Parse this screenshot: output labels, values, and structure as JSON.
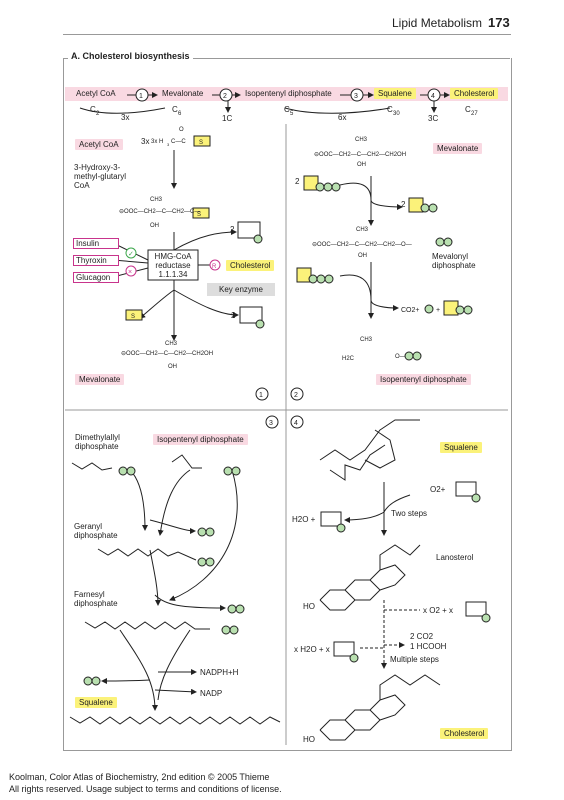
{
  "header": {
    "title": "Lipid Metabolism",
    "page": "173"
  },
  "section": {
    "title": "A. Cholesterol biosynthesis"
  },
  "overview": {
    "steps": [
      "Acetyl CoA",
      "Mevalonate",
      "Isopentenyl diphosphate",
      "Squalene",
      "Cholesterol"
    ],
    "numbers": [
      "1",
      "2",
      "3",
      "4"
    ],
    "carbons": [
      "C2",
      "C6",
      "C5",
      "C30",
      "C27"
    ],
    "multipliers": [
      "3x",
      "6x"
    ],
    "losses": [
      "1C",
      "3C"
    ]
  },
  "panel1": {
    "acetyl": "Acetyl CoA",
    "mult": "3x",
    "hmg": "3-Hydroxy-3-methyl-glutaryl CoA",
    "regulators": [
      "Insulin",
      "Thyroxin",
      "Glucagon"
    ],
    "enzyme": [
      "HMG-CoA",
      "reductase",
      "1.1.1.34"
    ],
    "cholesterol": "Cholesterol",
    "key_enzyme": "Key enzyme",
    "two": "2",
    "mevalonate": "Mevalonate",
    "step_no": "1"
  },
  "panel2": {
    "mevalonate": "Mevalonate",
    "mevalonyl": "Mevalonyl diphosphate",
    "isopentenyl": "Isopentenyl diphosphate",
    "co2": "CO2+",
    "two": "2",
    "step_no": "2"
  },
  "panel3": {
    "dimethylallyl": "Dimethylallyl diphosphate",
    "isopentenyl": "Isopentenyl diphosphate",
    "geranyl": "Geranyl diphosphate",
    "farnesyl": "Farnesyl diphosphate",
    "nadph": "NADPH+H",
    "nadp": "NADP",
    "squalene": "Squalene",
    "step_no": "3"
  },
  "panel4": {
    "squalene": "Squalene",
    "o2": "O2+",
    "h2o": "H2O +",
    "two_steps": "Two steps",
    "lanosterol": "Lanosterol",
    "xo2": "x O2 + x",
    "xh2o": "x H2O + x",
    "co2": "2 CO2",
    "hcooh": "1 HCOOH",
    "multiple": "Multiple steps",
    "cholesterol": "Cholesterol",
    "ho": "HO",
    "step_no": "4"
  },
  "footer": {
    "line1": "Koolman, Color Atlas of Biochemistry, 2nd edition © 2005 Thieme",
    "line2": "All rights reserved. Usage subject to terms and conditions of license."
  },
  "colors": {
    "pink": "#f9d9e2",
    "yellow": "#fbf27a",
    "green": "#b9e0b0",
    "magenta": "#c8348c"
  }
}
